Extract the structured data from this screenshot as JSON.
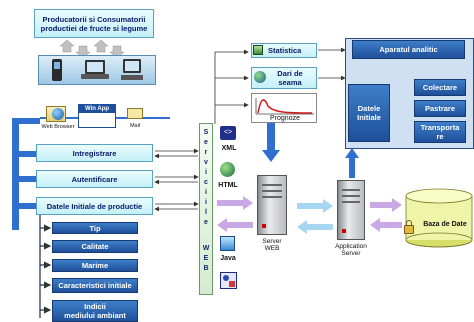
{
  "header": {
    "line1": "Producatorii si Consumatorii",
    "line2": "productiei de fructe si legume"
  },
  "devices": {
    "browser_label": "Web Browser",
    "winapp_label": "Win App",
    "mail_label": "Mail"
  },
  "main_boxes": [
    "Intregistrare",
    "Autentificare",
    "Datele Initiale de productie"
  ],
  "data_items": [
    "Tip",
    "Calitate",
    "Marime",
    "Caracteristici  initiale"
  ],
  "environment_item": {
    "line1": "Indicii",
    "line2": "mediului ambiant"
  },
  "web_services": {
    "letters": [
      "S",
      "e",
      "r",
      "v",
      "i",
      "c",
      "i",
      "i",
      "l",
      "e",
      "",
      "W",
      "E",
      "B"
    ]
  },
  "formats": {
    "xml": "XML",
    "html": "HTML",
    "java": "Java"
  },
  "outputs": {
    "statistica": "Statistica",
    "dari_line1": "Dari de",
    "dari_line2": "seama",
    "prognoze": "Prognoze"
  },
  "analytic": {
    "title": "Aparatul analitic",
    "datele_line1": "Datele",
    "datele_line2": "Initiale",
    "colectare": "Colectare",
    "pastrare": "Pastrare",
    "transport_line1": "Transporta",
    "transport_line2": "re"
  },
  "servers": {
    "web_line1": "Server",
    "web_line2": "WEB",
    "app_line1": "Application",
    "app_line2": "Server"
  },
  "database": {
    "label": "Baza de Date"
  },
  "colors": {
    "navy": "#1f4f9a",
    "cyan": "#c3f0f8",
    "connector": "#2f6fd0",
    "arrow": "#c9a8e6",
    "analytic_bg": "#cfe0f3"
  }
}
